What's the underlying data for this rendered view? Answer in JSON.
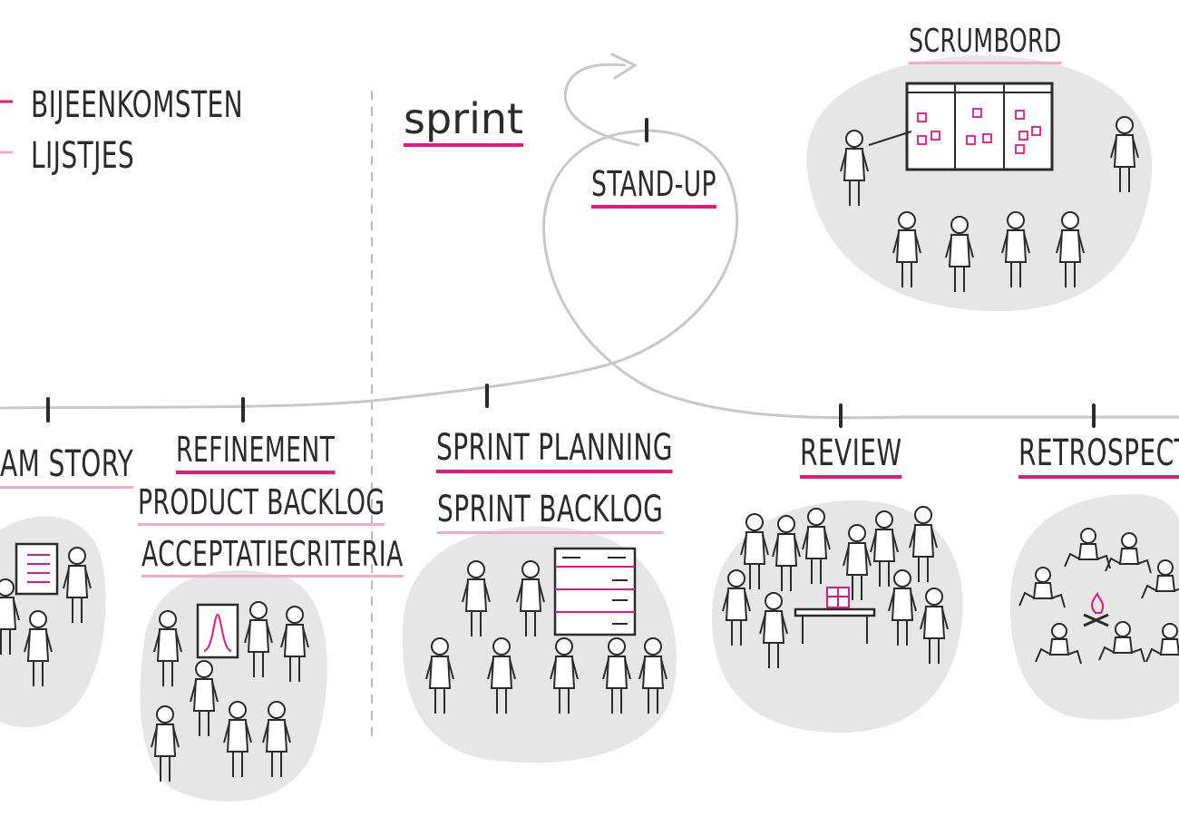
{
  "legend": {
    "items": [
      {
        "label": "BIJEENKOMSTEN",
        "color": "#e8187a"
      },
      {
        "label": "LIJSTJES",
        "color": "#f3a9cb"
      }
    ]
  },
  "sprint_title": "sprint",
  "scrumboard_title": "SCRUMBORD",
  "standup_label": "STAND-UP",
  "stages": {
    "team_story": "AM STORY",
    "refinement": {
      "meeting": "REFINEMENT",
      "lists": [
        "PRODUCT BACKLOG",
        "ACCEPTATIECRITERIA"
      ]
    },
    "sprint_planning": {
      "meeting": "SPRINT PLANNING",
      "lists": [
        "SPRINT BACKLOG"
      ]
    },
    "review": "REVIEW",
    "retrospective": "RETROSPECTIVE"
  },
  "colors": {
    "accent_meeting": "#e8187a",
    "accent_list": "#f3a9cb",
    "blob": "#e6e6e6",
    "line": "#c8c8c8",
    "ink": "#2b2b2b"
  }
}
